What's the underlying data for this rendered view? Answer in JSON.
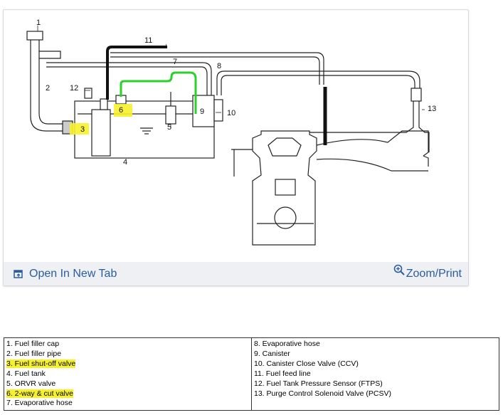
{
  "diagram": {
    "callouts": [
      "1",
      "2",
      "3",
      "4",
      "5",
      "6",
      "7",
      "8",
      "9",
      "10",
      "11",
      "12",
      "13"
    ]
  },
  "footer": {
    "open_new_tab": "Open In New Tab",
    "zoom_print": "Zoom/Print"
  },
  "legend": {
    "left": [
      "1. Fuel filler cap",
      "2. Fuel filler pipe",
      "3. Fuel shut-off valve",
      "4. Fuel tank",
      "5. ORVR valve",
      "6. 2-way & cut valve",
      "7. Evaporative hose"
    ],
    "right": [
      "8. Evaporative hose",
      "9. Canister",
      "10. Canister Close Valve (CCV)",
      "11. Fuel feed line",
      "12. Fuel Tank Pressure Sensor (FTPS)",
      "13. Purge Control Solenoid Valve (PCSV)"
    ],
    "highlighted": [
      "3. Fuel shut-off valve",
      "6. 2-way & cut valve"
    ]
  },
  "colors": {
    "highlight": "#f7f12b",
    "green_line": "#2bd12b",
    "black_line": "#111111",
    "link": "#2a5d9f"
  }
}
